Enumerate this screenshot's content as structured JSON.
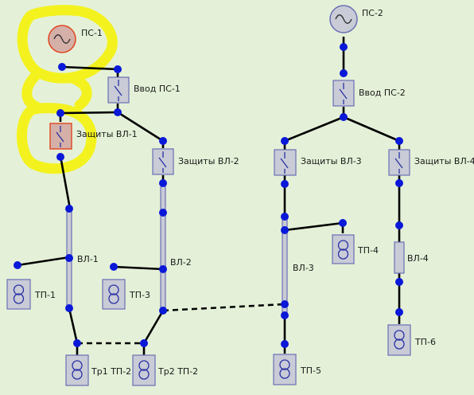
{
  "colors": {
    "background": "#e4f1d8",
    "node": "#0a18d8",
    "device_fill": "#c9cbd6",
    "device_stroke": "#6a6fb5",
    "selected_stroke": "#e2431f",
    "selected_fill": "#d4b0a8",
    "highlight": "#f3f21e"
  },
  "sources": [
    {
      "id": "ps1",
      "label": "ПС-1",
      "selected": true
    },
    {
      "id": "ps2",
      "label": "ПС-2",
      "selected": false
    }
  ],
  "switches": [
    {
      "id": "vvod_ps1",
      "label": "Ввод ПС-1",
      "selected": false
    },
    {
      "id": "zashchity_vl1",
      "label": "Защиты ВЛ-1",
      "selected": true
    },
    {
      "id": "zashchity_vl2",
      "label": "Защиты ВЛ-2",
      "selected": false
    },
    {
      "id": "vvod_ps2",
      "label": "Ввод ПС-2",
      "selected": false
    },
    {
      "id": "zashchity_vl3",
      "label": "Защиты ВЛ-3",
      "selected": false
    },
    {
      "id": "zashchity_vl4",
      "label": "Защиты ВЛ-4",
      "selected": false
    }
  ],
  "lines": [
    {
      "id": "vl1",
      "label": "ВЛ-1"
    },
    {
      "id": "vl2",
      "label": "ВЛ-2"
    },
    {
      "id": "vl3",
      "label": "ВЛ-3"
    },
    {
      "id": "vl4",
      "label": "ВЛ-4"
    }
  ],
  "transformers": [
    {
      "id": "tp1",
      "label": "ТП-1"
    },
    {
      "id": "tp3",
      "label": "ТП-3"
    },
    {
      "id": "tp4",
      "label": "ТП-4"
    },
    {
      "id": "tr1_tp2",
      "label": "Тр1 ТП-2"
    },
    {
      "id": "tr2_tp2",
      "label": "Тр2 ТП-2"
    },
    {
      "id": "tp5",
      "label": "ТП-5"
    },
    {
      "id": "tp6",
      "label": "ТП-6"
    }
  ]
}
